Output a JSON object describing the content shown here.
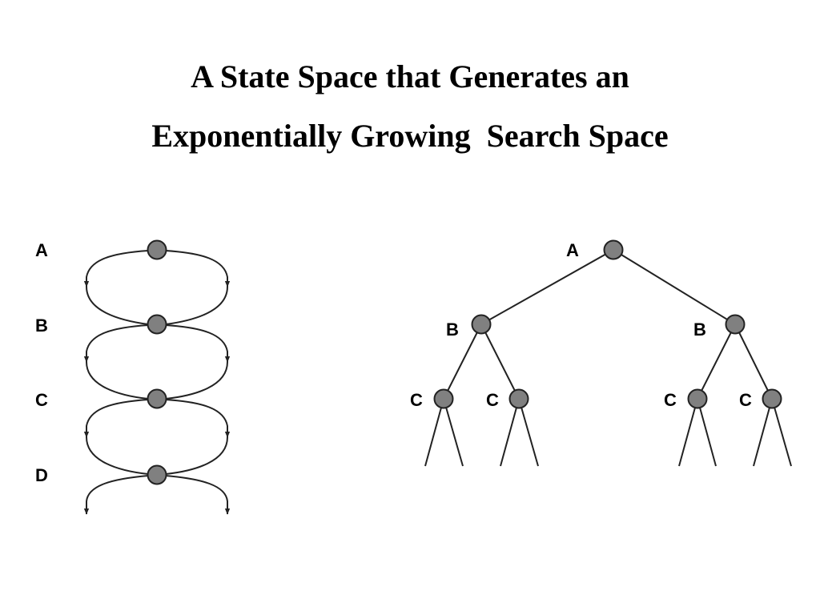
{
  "title": {
    "line1": "A State Space that Generates an",
    "line2": "Exponentially Growing  Search Space"
  },
  "state_space": {
    "levels": [
      "A",
      "B",
      "C",
      "D"
    ]
  },
  "search_tree": {
    "root": "A",
    "level_b": [
      "B",
      "B"
    ],
    "level_c": [
      "C",
      "C",
      "C",
      "C"
    ]
  },
  "colors": {
    "node_fill": "#808080",
    "stroke": "#222222"
  }
}
